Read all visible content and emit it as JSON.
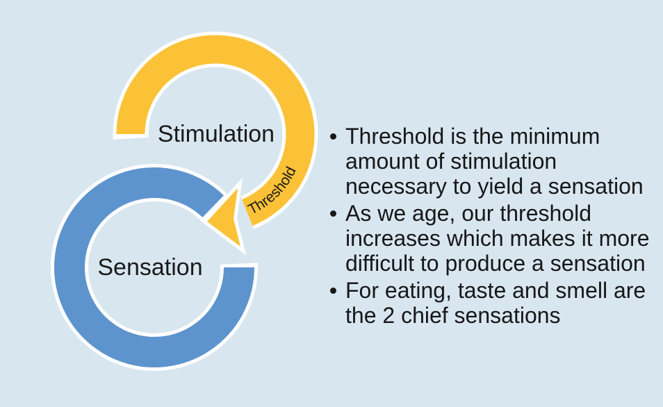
{
  "slide": {
    "background_color": "#D8E6F0",
    "diagram": {
      "cycle": [
        {
          "label": "Stimulation",
          "color": "#FCC237"
        },
        {
          "label": "Sensation",
          "color": "#5E94CE"
        }
      ],
      "connector": {
        "label": "Threshold",
        "color": "#FCC237"
      },
      "outline_color": "#FFFFFF"
    },
    "bullets": [
      {
        "lines": [
          "Threshold is the minimum",
          "amount of stimulation",
          "necessary to yield a sensation"
        ]
      },
      {
        "lines": [
          "As we age, our threshold",
          "increases which makes it more",
          "difficult to produce a sensation"
        ]
      },
      {
        "lines": [
          "For eating, taste and smell are",
          "the 2 chief sensations"
        ]
      }
    ],
    "text_color": "#171717"
  }
}
